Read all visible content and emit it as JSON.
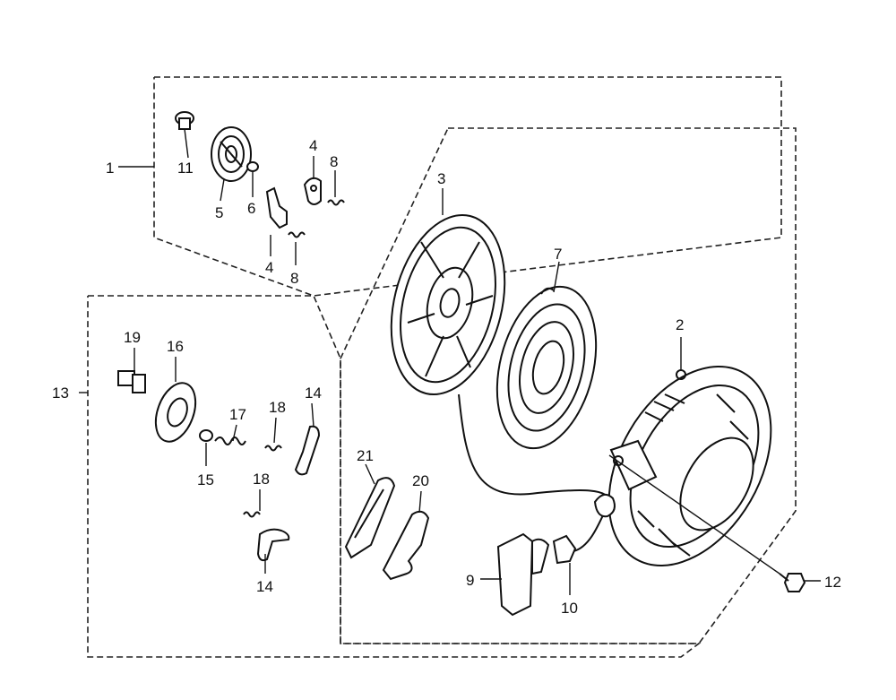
{
  "diagram": {
    "callouts": [
      {
        "id": "c1",
        "text": "1"
      },
      {
        "id": "c2",
        "text": "2"
      },
      {
        "id": "c3",
        "text": "3"
      },
      {
        "id": "c4a",
        "text": "4"
      },
      {
        "id": "c4b",
        "text": "4"
      },
      {
        "id": "c5",
        "text": "5"
      },
      {
        "id": "c6",
        "text": "6"
      },
      {
        "id": "c7",
        "text": "7"
      },
      {
        "id": "c8a",
        "text": "8"
      },
      {
        "id": "c8b",
        "text": "8"
      },
      {
        "id": "c9",
        "text": "9"
      },
      {
        "id": "c10",
        "text": "10"
      },
      {
        "id": "c11",
        "text": "11"
      },
      {
        "id": "c12",
        "text": "12"
      },
      {
        "id": "c13",
        "text": "13"
      },
      {
        "id": "c14a",
        "text": "14"
      },
      {
        "id": "c14b",
        "text": "14"
      },
      {
        "id": "c15",
        "text": "15"
      },
      {
        "id": "c16",
        "text": "16"
      },
      {
        "id": "c17",
        "text": "17"
      },
      {
        "id": "c18a",
        "text": "18"
      },
      {
        "id": "c18b",
        "text": "18"
      },
      {
        "id": "c19",
        "text": "19"
      },
      {
        "id": "c20",
        "text": "20"
      },
      {
        "id": "c21",
        "text": "21"
      }
    ]
  }
}
